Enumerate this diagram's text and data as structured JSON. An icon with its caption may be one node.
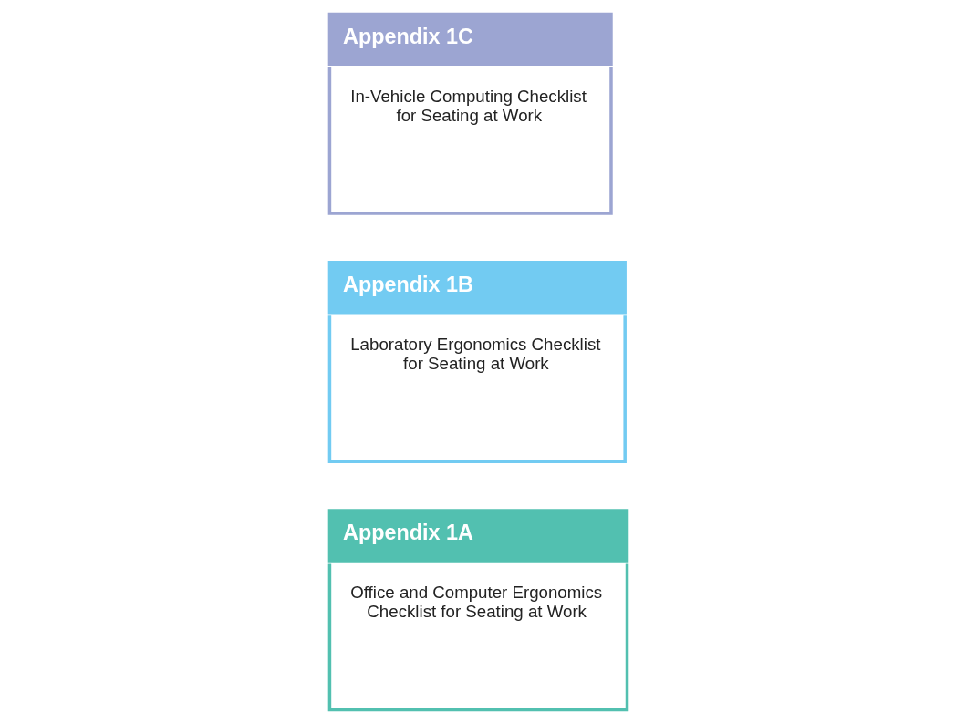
{
  "diagram": {
    "nodes": [
      {
        "text": [
          "Appendix 1A",
          "Office and Computer Ergonomics Checklist for Seating at Work"
        ]
      },
      {
        "text": [
          "Appendix 1B",
          "Laboratory Ergonomics Checklist for Seating at Work"
        ]
      },
      {
        "text": [
          "Appendix 1C",
          "In-Vehicle Computing Checklist for Seating at Work"
        ]
      }
    ]
  }
}
